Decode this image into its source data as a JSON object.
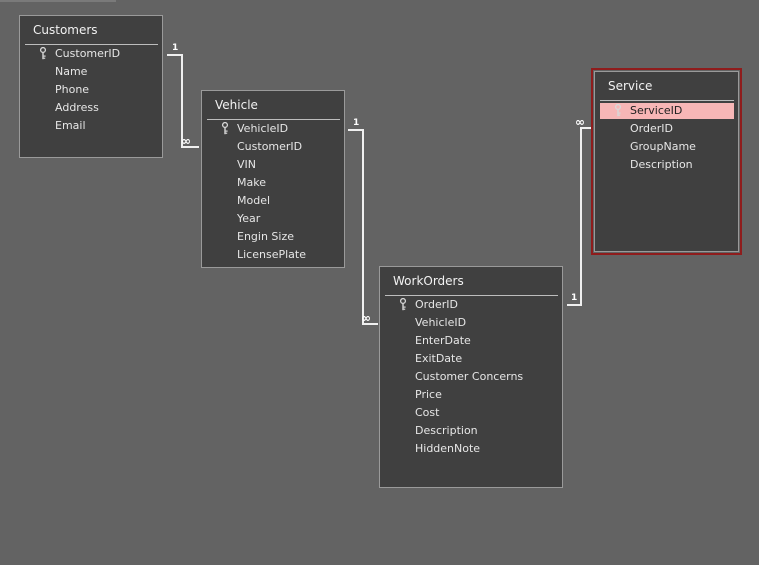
{
  "tables": {
    "customers": {
      "title": "Customers",
      "fields": [
        {
          "name": "CustomerID",
          "key": true
        },
        {
          "name": "Name",
          "key": false
        },
        {
          "name": "Phone",
          "key": false
        },
        {
          "name": "Address",
          "key": false
        },
        {
          "name": "Email",
          "key": false
        }
      ]
    },
    "vehicle": {
      "title": "Vehicle",
      "fields": [
        {
          "name": "VehicleID",
          "key": true
        },
        {
          "name": "CustomerID",
          "key": false
        },
        {
          "name": "VIN",
          "key": false
        },
        {
          "name": "Make",
          "key": false
        },
        {
          "name": "Model",
          "key": false
        },
        {
          "name": "Year",
          "key": false
        },
        {
          "name": "Engin Size",
          "key": false
        },
        {
          "name": "LicensePlate",
          "key": false
        }
      ]
    },
    "workorders": {
      "title": "WorkOrders",
      "fields": [
        {
          "name": "OrderID",
          "key": true
        },
        {
          "name": "VehicleID",
          "key": false
        },
        {
          "name": "EnterDate",
          "key": false
        },
        {
          "name": "ExitDate",
          "key": false
        },
        {
          "name": "Customer Concerns",
          "key": false
        },
        {
          "name": "Price",
          "key": false
        },
        {
          "name": "Cost",
          "key": false
        },
        {
          "name": "Description",
          "key": false
        },
        {
          "name": "HiddenNote",
          "key": false
        }
      ]
    },
    "service": {
      "title": "Service",
      "selected": true,
      "fields": [
        {
          "name": "ServiceID",
          "key": true,
          "selected": true
        },
        {
          "name": "OrderID",
          "key": false
        },
        {
          "name": "GroupName",
          "key": false
        },
        {
          "name": "Description",
          "key": false
        }
      ]
    }
  },
  "relationships": [
    {
      "from": "Customers",
      "to": "Vehicle",
      "one_label": "1",
      "many_label": "∞"
    },
    {
      "from": "Vehicle",
      "to": "WorkOrders",
      "one_label": "1",
      "many_label": "∞"
    },
    {
      "from": "WorkOrders",
      "to": "Service",
      "one_label": "1",
      "many_label": "∞"
    }
  ],
  "colors": {
    "canvas": "#636363",
    "table_bg": "#404040",
    "table_border": "#9a9a9a",
    "selected_row": "#f7b6b6",
    "selected_frame": "#8f1c1c",
    "relationship_line": "#f0f0f0"
  },
  "icons": {
    "primary_key": "key-icon"
  }
}
